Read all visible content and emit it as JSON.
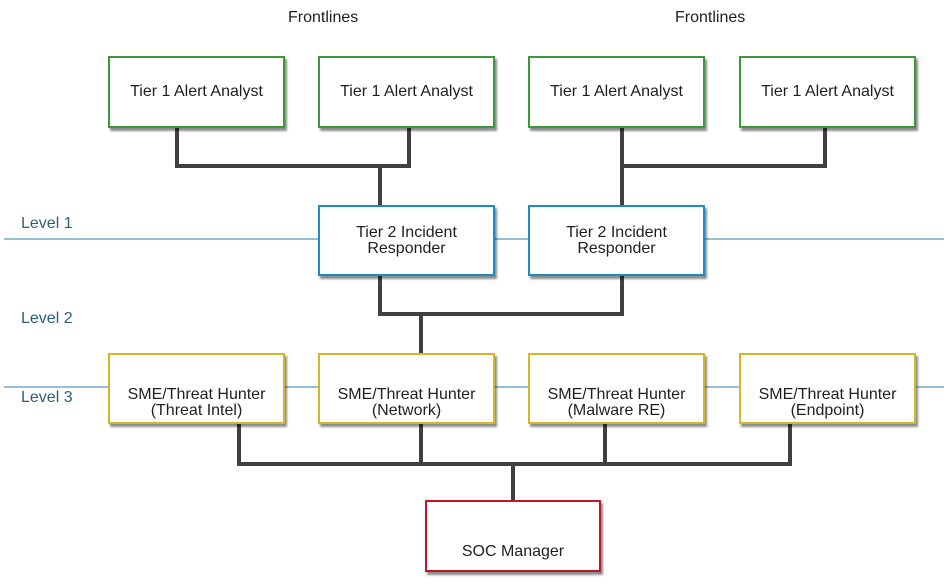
{
  "frontlines": [
    "Frontlines",
    "Frontlines"
  ],
  "levels": [
    "Level 1",
    "Level 2",
    "Level 3"
  ],
  "tier1": [
    "Tier 1 Alert Analyst",
    "Tier 1 Alert Analyst",
    "Tier 1 Alert Analyst",
    "Tier 1 Alert Analyst"
  ],
  "tier2": [
    {
      "line1": "Tier 2 Incident",
      "line2": "Responder"
    },
    {
      "line1": "Tier 2 Incident",
      "line2": "Responder"
    }
  ],
  "sme": [
    {
      "line1": "SME/Threat Hunter",
      "line2": "(Threat Intel)"
    },
    {
      "line1": "SME/Threat Hunter",
      "line2": "(Network)"
    },
    {
      "line1": "SME/Threat Hunter",
      "line2": "(Malware RE)"
    },
    {
      "line1": "SME/Threat Hunter",
      "line2": "(Endpoint)"
    }
  ],
  "manager": "SOC Manager",
  "colors": {
    "tier1_border": "#3d9a3a",
    "tier2_border": "#1e8bc3",
    "sme_border": "#d4b62a",
    "manager_border": "#c0152a",
    "level_line": "#2e7fab",
    "connector": "#404040"
  }
}
